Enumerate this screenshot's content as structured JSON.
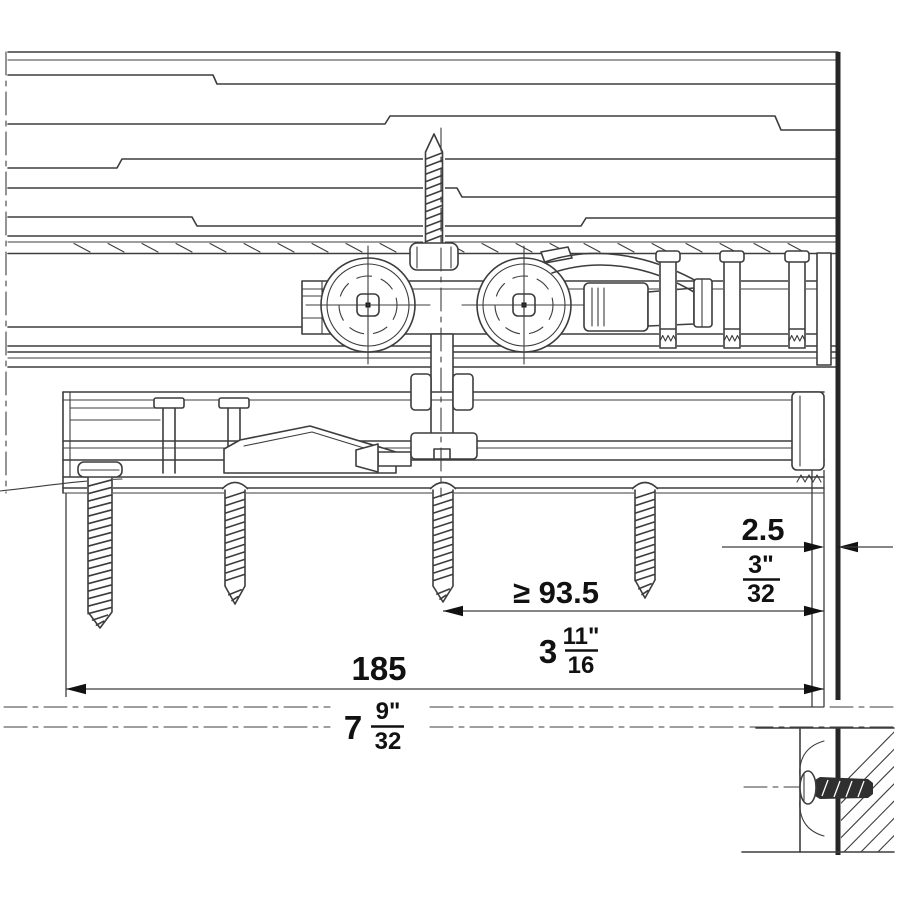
{
  "drawing": {
    "kind": "sliding-door-top-track-cross-section",
    "colors": {
      "background": "#ffffff",
      "line": "#3d3d3d",
      "text": "#111111",
      "wall": "#262626"
    }
  },
  "dims": {
    "gap_metric": "2.5",
    "gap_imp_num": "3\"",
    "gap_imp_den": "32",
    "min_metric": "≥ 93.5",
    "min_imp_whole": "3",
    "min_imp_num": "11\"",
    "min_imp_den": "16",
    "overall_metric": "185",
    "overall_imp_whole": "7",
    "overall_imp_num": "9\"",
    "overall_imp_den": "32"
  }
}
